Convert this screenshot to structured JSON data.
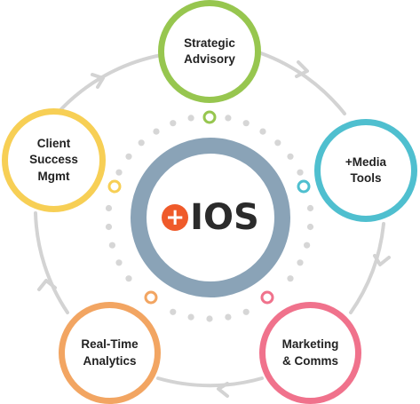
{
  "colors": {
    "ring": "#d3d3d3",
    "dots": "#d6d6d6",
    "hub_ring": "#8aa3b7",
    "brand_accent": "#ef5a2a",
    "green": "#97c64f",
    "teal": "#4fbfcf",
    "pink": "#f0728c",
    "orange": "#f2a562",
    "yellow": "#f7cf55"
  },
  "hub": {
    "logo_icon": "plus-icon",
    "logo_symbol": "+",
    "brand_text": "IOS"
  },
  "nodes": {
    "strategic": {
      "label": "Strategic\nAdvisory"
    },
    "media": {
      "label": "+Media\nTools"
    },
    "marketing": {
      "label": "Marketing\n& Comms"
    },
    "analytics": {
      "label": "Real-Time\nAnalytics"
    },
    "client": {
      "label": "Client\nSuccess\nMgmt"
    }
  }
}
